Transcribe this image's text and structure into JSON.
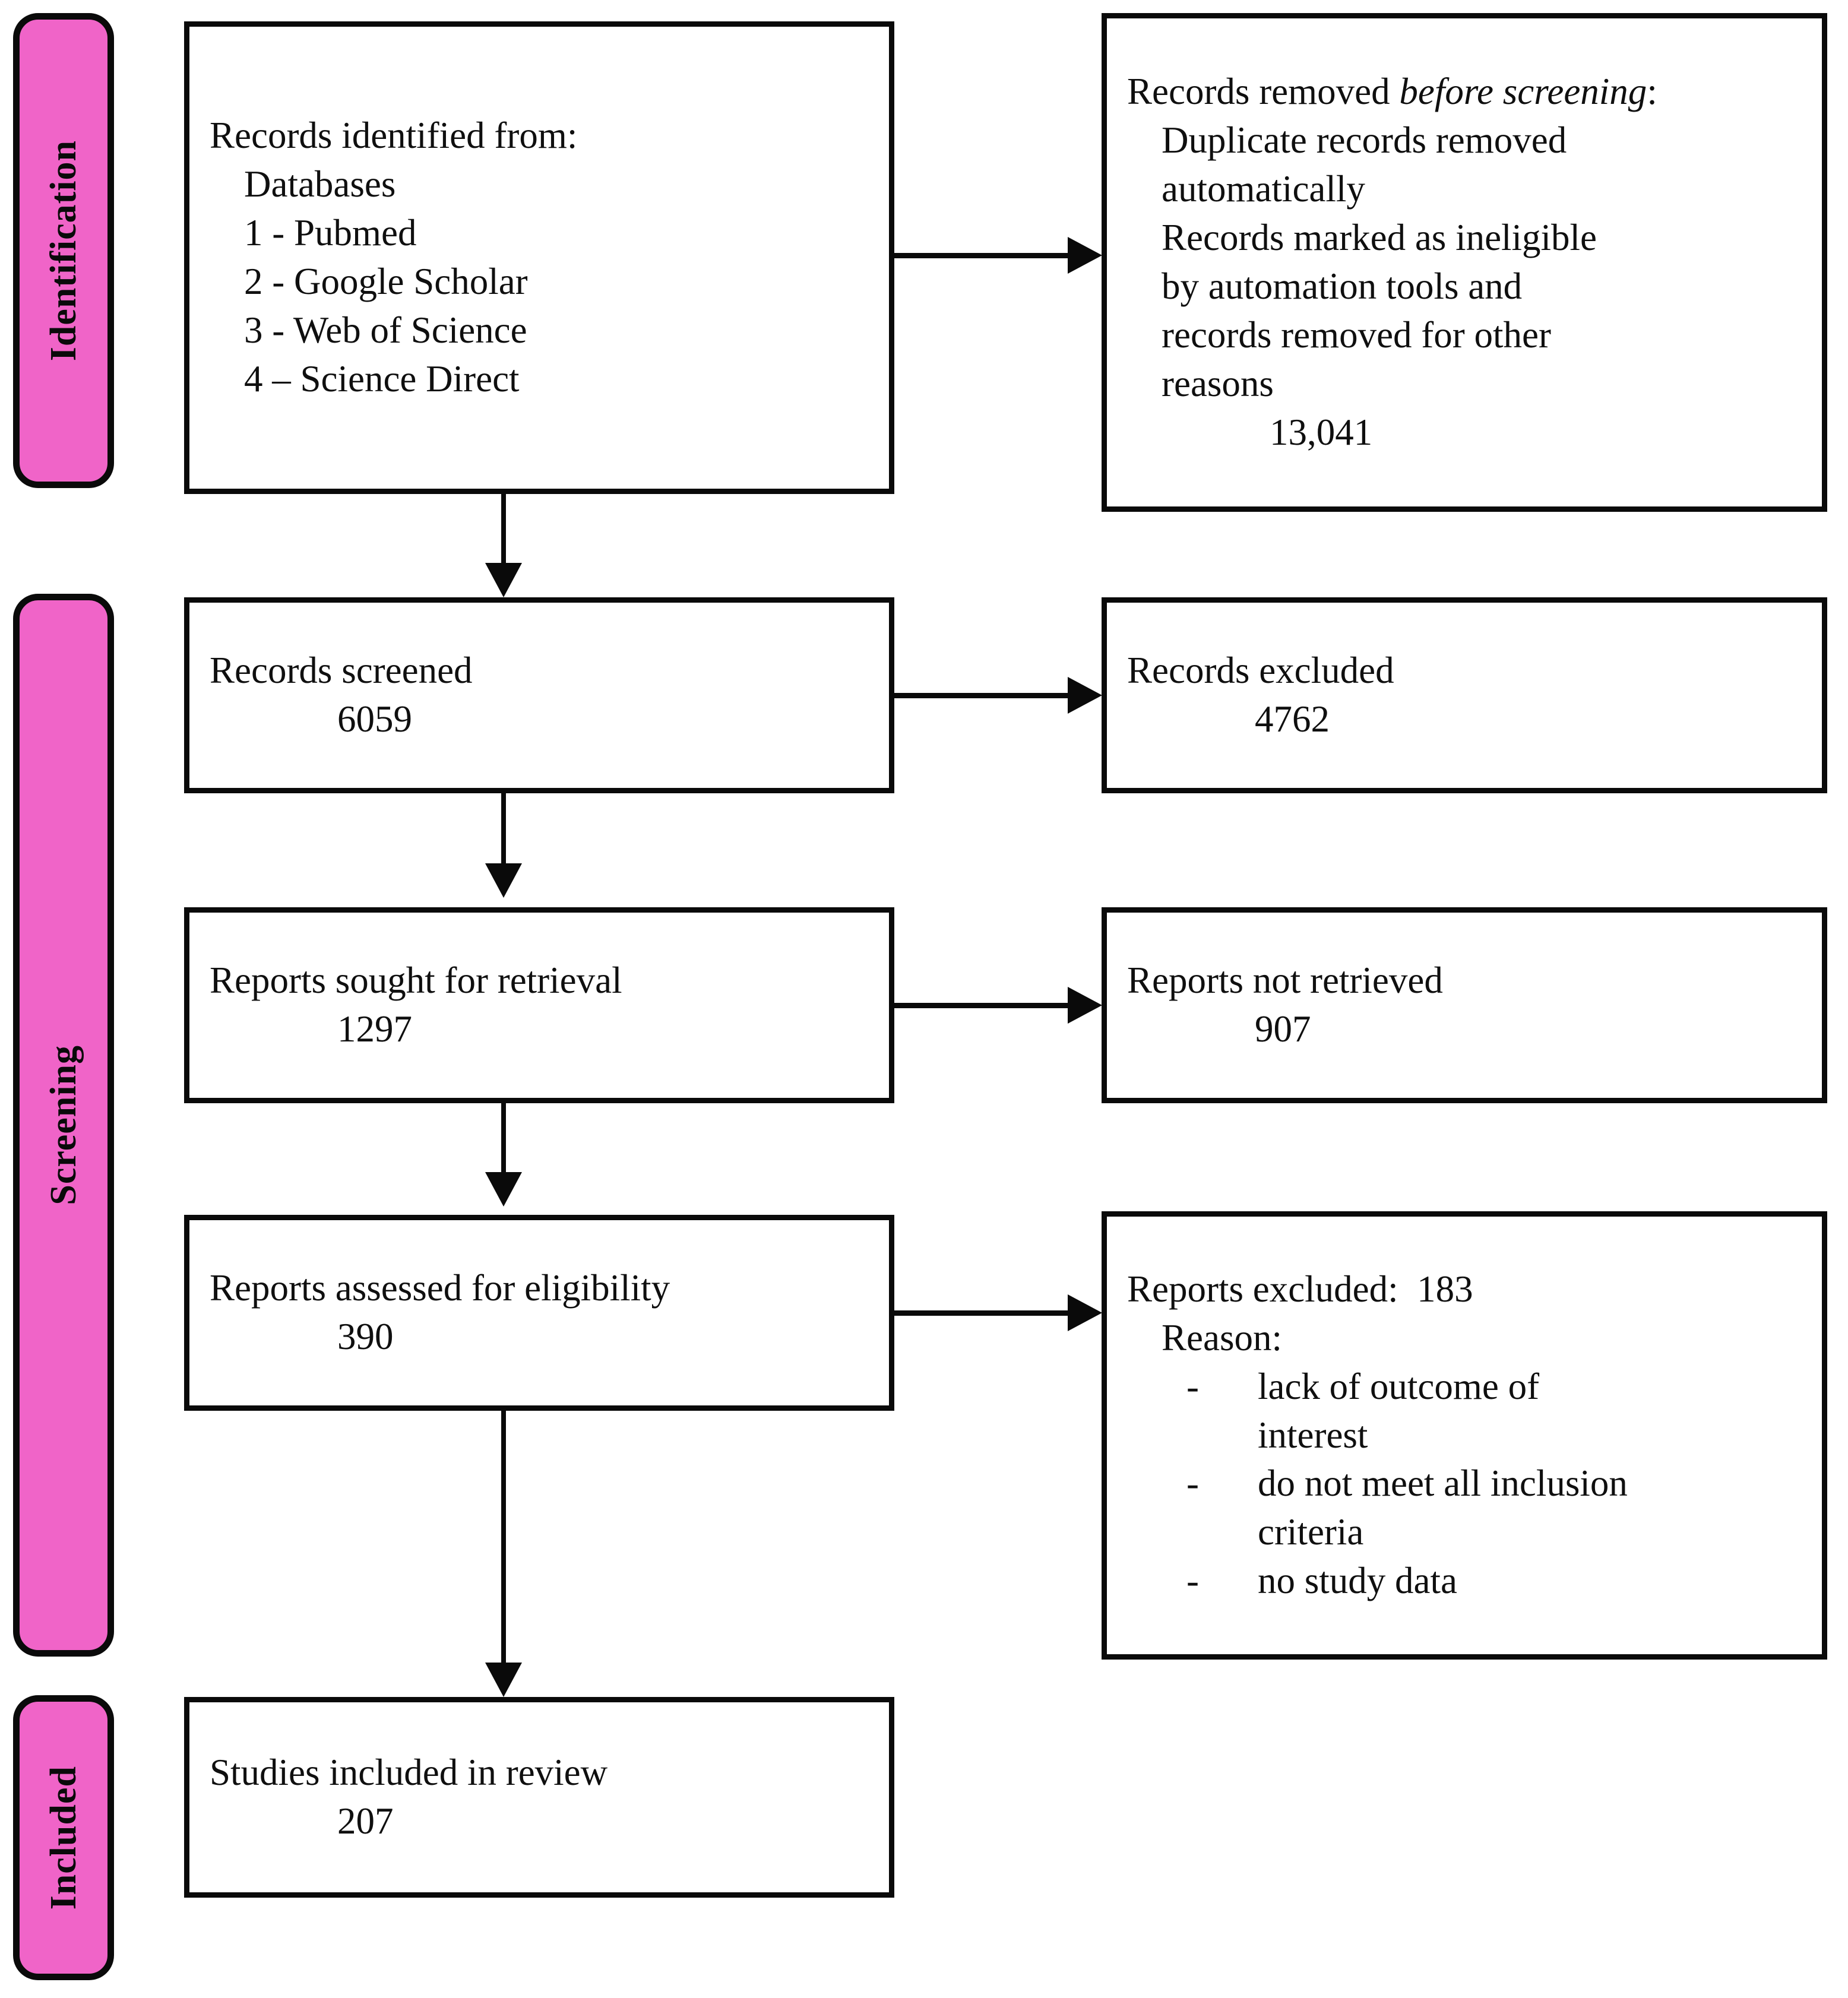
{
  "diagram": {
    "type": "prisma-flow-diagram",
    "accent_pink": "#F064C8",
    "line_color": "#0a0a0a",
    "background": "#ffffff"
  },
  "stages": [
    {
      "id": "identification",
      "label": "Identification"
    },
    {
      "id": "screening",
      "label": "Screening"
    },
    {
      "id": "included",
      "label": "Included"
    }
  ],
  "boxes": {
    "identified": {
      "title": "Records identified from:",
      "sub_label": "Databases",
      "sources": [
        "1 - Pubmed",
        "2 - Google Scholar",
        "3 - Web of Science",
        "4 – Science Direct"
      ]
    },
    "removed_before_screening": {
      "title_prefix": "Records removed ",
      "title_italic": "before screening",
      "title_suffix": ":",
      "lines": [
        "Duplicate records removed",
        "automatically",
        "Records marked as ineligible",
        "by automation tools and",
        "records removed for other",
        "reasons"
      ],
      "count": "13,041"
    },
    "records_screened": {
      "label": "Records screened",
      "count": "6059"
    },
    "records_excluded": {
      "label": "Records excluded",
      "count": "4762"
    },
    "reports_sought": {
      "label": "Reports sought for retrieval",
      "count": "1297"
    },
    "reports_not_retrieved": {
      "label": "Reports not retrieved",
      "count": "907"
    },
    "reports_assessed": {
      "label": "Reports assessed for eligibility",
      "count": "390"
    },
    "reports_excluded": {
      "label": "Reports excluded:  183",
      "reason_header": "Reason:",
      "dash": "-",
      "reasons": [
        "lack of outcome of",
        "interest",
        "do not meet all inclusion",
        "criteria",
        "no study data"
      ],
      "reason_groups": [
        {
          "dash": "-",
          "lines": [
            "lack of outcome of",
            "interest"
          ]
        },
        {
          "dash": "-",
          "lines": [
            "do not meet all inclusion",
            "criteria"
          ]
        },
        {
          "dash": "-",
          "lines": [
            "no study data"
          ]
        }
      ]
    },
    "studies_included": {
      "label": "Studies included in review",
      "count": "207"
    }
  }
}
